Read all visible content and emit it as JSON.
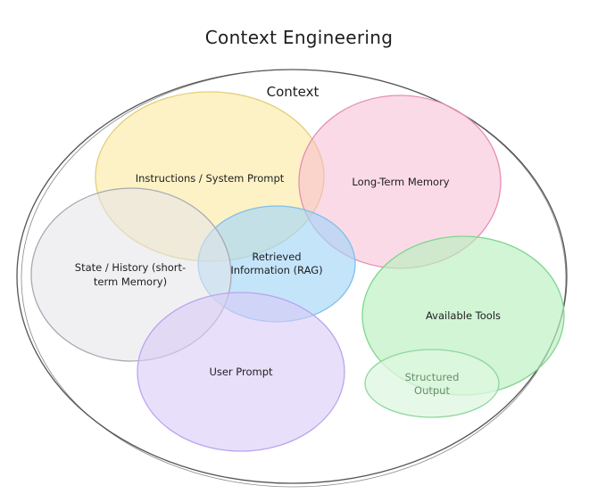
{
  "title": "Context Engineering",
  "container_label": "Context",
  "circles": {
    "instructions": {
      "label": "Instructions / System Prompt",
      "fill": "#fbeaa0",
      "stroke": "#e3cf7a"
    },
    "long_term_memory": {
      "label": "Long-Term Memory",
      "fill": "#f7b6cf",
      "stroke": "#e58fb0"
    },
    "state_history": {
      "line1": "State / History (short-",
      "line2": "term Memory)",
      "fill": "#e4e4ea",
      "stroke": "#a9a9b2"
    },
    "rag": {
      "line1": "Retrieved",
      "line2": "Information (RAG)",
      "fill": "#a5d6f7",
      "stroke": "#7fc0ea"
    },
    "user_prompt": {
      "label": "User Prompt",
      "fill": "#d9ccf7",
      "stroke": "#b9a5ef"
    },
    "available_tools": {
      "label": "Available Tools",
      "fill": "#b8f0bf",
      "stroke": "#7fd58e"
    },
    "structured_output": {
      "line1": "Structured",
      "line2": "Output",
      "fill": "#ddf7e0",
      "stroke": "#8fd69c"
    }
  }
}
